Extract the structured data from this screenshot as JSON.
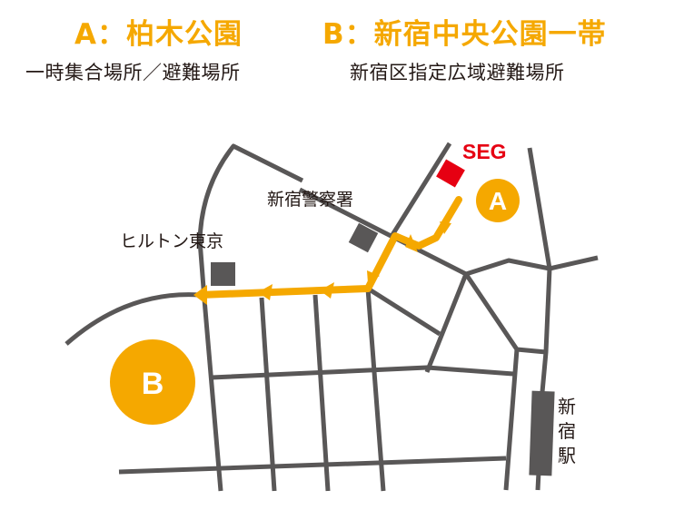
{
  "header": {
    "site_a_title": "A：柏木公園",
    "site_b_title": "B：新宿中央公園一帯",
    "site_a_subtitle": "一時集合場所／避難場所",
    "site_b_subtitle": "新宿区指定広域避難場所"
  },
  "map": {
    "landmarks": {
      "police": "新宿警察署",
      "hilton": "ヒルトン東京",
      "seg": "SEG",
      "station": "新宿駅"
    },
    "markers": {
      "a": "A",
      "b": "B"
    },
    "colors": {
      "route": "#f5a800",
      "road": "#595757",
      "seg": "#e60012",
      "building": "#595757",
      "text": "#231815"
    }
  }
}
